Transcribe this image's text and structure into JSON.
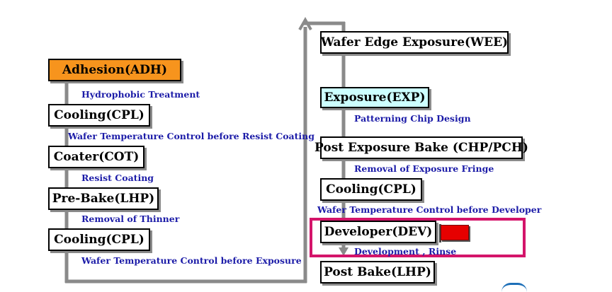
{
  "left_column": {
    "steps": [
      {
        "label": "Adhesion(ADH)",
        "style": "orange"
      },
      {
        "label": "Cooling(CPL)",
        "style": "plain"
      },
      {
        "label": "Coater(COT)",
        "style": "plain"
      },
      {
        "label": "Pre-Bake(LHP)",
        "style": "plain"
      },
      {
        "label": "Cooling(CPL)",
        "style": "plain"
      }
    ],
    "notes": [
      "Hydrophobic Treatment",
      "Wafer Temperature Control before Resist Coating",
      "Resist Coating",
      "Removal of Thinner",
      "Wafer Temperature Control before Exposure"
    ]
  },
  "right_column": {
    "steps": [
      {
        "label": "Wafer Edge Exposure(WEE)",
        "style": "plain"
      },
      {
        "label": "Exposure(EXP)",
        "style": "cyan"
      },
      {
        "label": "Post Exposure Bake (CHP/PCH)",
        "style": "plain"
      },
      {
        "label": "Cooling(CPL)",
        "style": "plain"
      },
      {
        "label": "Developer(DEV)",
        "style": "plain"
      },
      {
        "label": "Post Bake(LHP)",
        "style": "plain"
      }
    ],
    "notes": [
      "Patterning Chip Design",
      "Removal of Exposure Fringe",
      "Wafer Temperature Control before Developer",
      "Development , Rinse"
    ]
  },
  "colors": {
    "arrow": "#8a8a8a",
    "note_text": "#1c1ca8",
    "adhesion_fill": "#f7941d",
    "exposure_fill": "#ccffff",
    "highlight_border": "#d4146a",
    "flag": "#e60000"
  },
  "icons": [
    "flag-icon"
  ]
}
